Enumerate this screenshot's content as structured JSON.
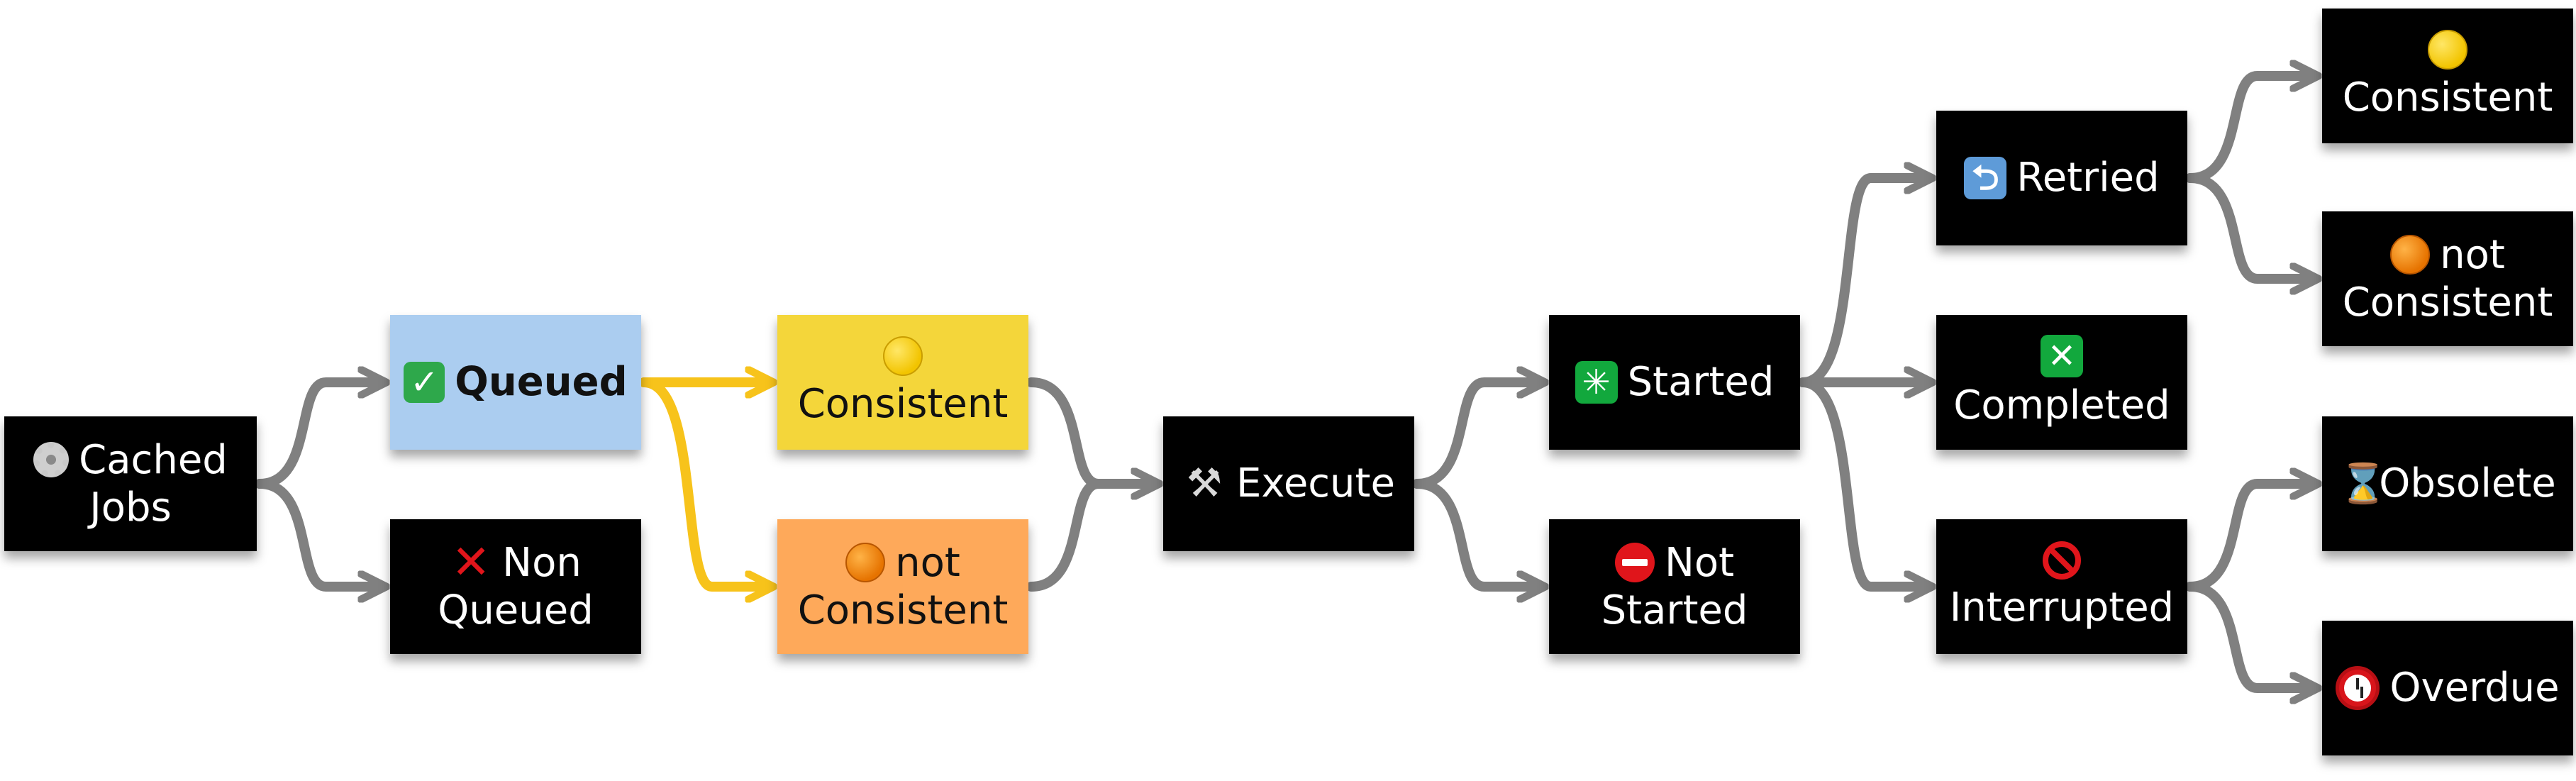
{
  "colors": {
    "edge_gray": "#808080",
    "edge_yellow": "#f7c31b",
    "node_dark": "#000000",
    "node_blue": "#abcdf0",
    "node_yellow": "#f4d63a",
    "node_orange": "#fea95a"
  },
  "nodes": {
    "cached_jobs": {
      "icon": "gear-icon",
      "line1": "Cached",
      "line2": "Jobs"
    },
    "queued": {
      "icon": "check-mark-icon",
      "label": "Queued"
    },
    "non_queued": {
      "icon": "cross-mark-icon",
      "line1": "Non",
      "line2": "Queued"
    },
    "consistent_1": {
      "icon": "yellow-circle-icon",
      "label": "Consistent"
    },
    "not_consistent_1": {
      "icon": "orange-circle-icon",
      "line1": "not",
      "line2": "Consistent"
    },
    "execute": {
      "icon": "hammer-wrench-icon",
      "label": "Execute"
    },
    "started": {
      "icon": "sparkle-icon",
      "label": "Started"
    },
    "not_started": {
      "icon": "no-entry-icon",
      "line1": "Not",
      "line2": "Started"
    },
    "retried": {
      "icon": "return-arrow-icon",
      "label": "Retried"
    },
    "completed": {
      "icon": "cross-box-icon",
      "label": "Completed"
    },
    "interrupted": {
      "icon": "prohibited-icon",
      "label": "Interrupted"
    },
    "consistent_2": {
      "icon": "yellow-circle-icon",
      "label": "Consistent"
    },
    "not_consistent_2": {
      "icon": "orange-circle-icon",
      "line1": "not",
      "line2": "Consistent"
    },
    "obsolete": {
      "icon": "hourglass-icon",
      "label": "Obsolete"
    },
    "overdue": {
      "icon": "alarm-clock-icon",
      "label": "Overdue"
    }
  },
  "edges": [
    {
      "from": "cached_jobs",
      "to": "queued",
      "color": "gray"
    },
    {
      "from": "cached_jobs",
      "to": "non_queued",
      "color": "gray"
    },
    {
      "from": "queued",
      "to": "consistent_1",
      "color": "yellow"
    },
    {
      "from": "queued",
      "to": "not_consistent_1",
      "color": "yellow"
    },
    {
      "from": "consistent_1",
      "to": "execute",
      "color": "gray"
    },
    {
      "from": "not_consistent_1",
      "to": "execute",
      "color": "gray"
    },
    {
      "from": "execute",
      "to": "started",
      "color": "gray"
    },
    {
      "from": "execute",
      "to": "not_started",
      "color": "gray"
    },
    {
      "from": "started",
      "to": "retried",
      "color": "gray"
    },
    {
      "from": "started",
      "to": "completed",
      "color": "gray"
    },
    {
      "from": "started",
      "to": "interrupted",
      "color": "gray"
    },
    {
      "from": "retried",
      "to": "consistent_2",
      "color": "gray"
    },
    {
      "from": "retried",
      "to": "not_consistent_2",
      "color": "gray"
    },
    {
      "from": "interrupted",
      "to": "obsolete",
      "color": "gray"
    },
    {
      "from": "interrupted",
      "to": "overdue",
      "color": "gray"
    }
  ]
}
